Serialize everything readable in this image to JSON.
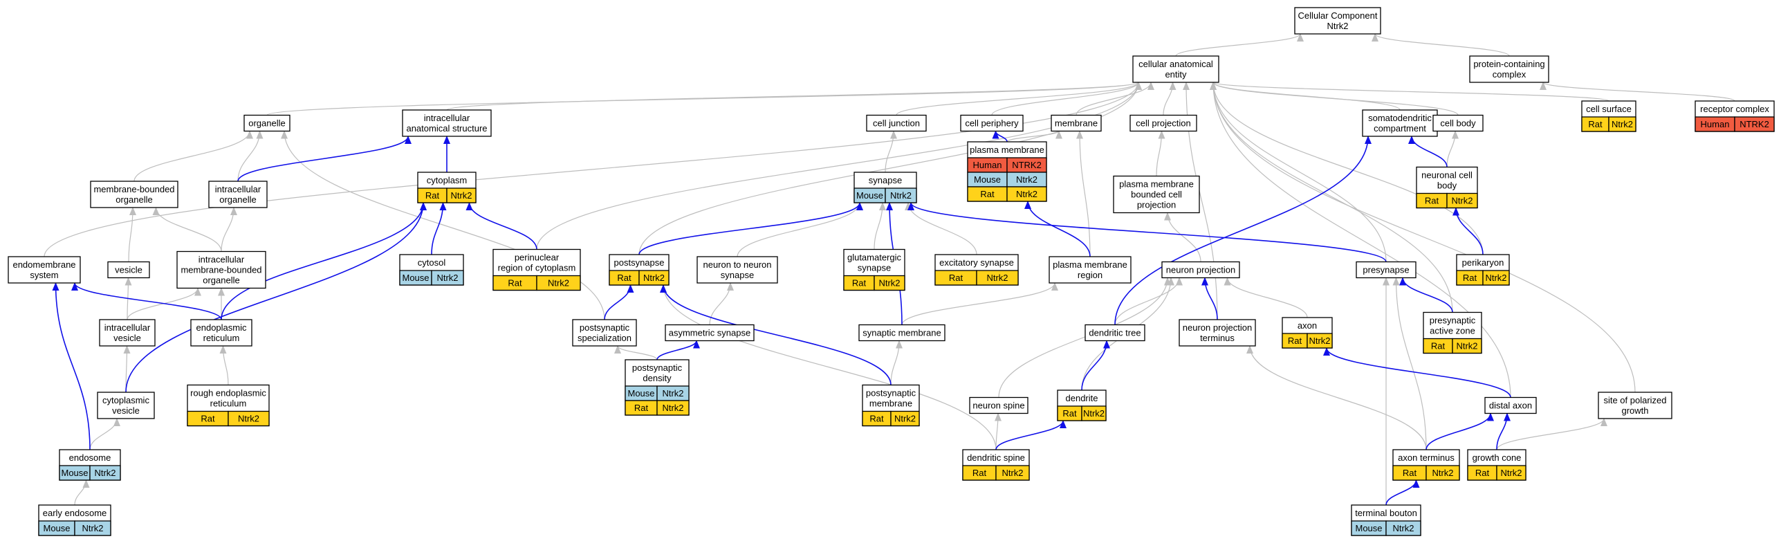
{
  "colors": {
    "human": "#f15b40",
    "mouse": "#a8d4e6",
    "rat": "#ffd21a",
    "edge_grey": "#bdbdbd",
    "edge_blue": "#1010e8",
    "node_border": "#000000"
  },
  "nodes": [
    {
      "id": "root",
      "lines": [
        "Cellular Component",
        "Ntrk2"
      ],
      "species": []
    },
    {
      "id": "cae",
      "lines": [
        "cellular anatomical",
        "entity"
      ],
      "species": []
    },
    {
      "id": "pcc",
      "lines": [
        "protein-containing",
        "complex"
      ],
      "species": []
    },
    {
      "id": "rc",
      "lines": [
        "receptor complex"
      ],
      "species": [
        [
          "Human",
          "NTRK2"
        ]
      ]
    },
    {
      "id": "organelle",
      "lines": [
        "organelle"
      ],
      "species": []
    },
    {
      "id": "ias",
      "lines": [
        "intracellular",
        "anatomical structure"
      ],
      "species": []
    },
    {
      "id": "cj",
      "lines": [
        "cell junction"
      ],
      "species": []
    },
    {
      "id": "cperiph",
      "lines": [
        "cell periphery"
      ],
      "species": []
    },
    {
      "id": "membrane",
      "lines": [
        "membrane"
      ],
      "species": []
    },
    {
      "id": "cproj",
      "lines": [
        "cell projection"
      ],
      "species": []
    },
    {
      "id": "somato",
      "lines": [
        "somatodendritic",
        "compartment"
      ],
      "species": []
    },
    {
      "id": "cbody",
      "lines": [
        "cell body"
      ],
      "species": []
    },
    {
      "id": "csurf",
      "lines": [
        "cell surface"
      ],
      "species": [
        [
          "Rat",
          "Ntrk2"
        ]
      ]
    },
    {
      "id": "mbo",
      "lines": [
        "membrane-bounded",
        "organelle"
      ],
      "species": []
    },
    {
      "id": "io",
      "lines": [
        "intracellular",
        "organelle"
      ],
      "species": []
    },
    {
      "id": "cytoplasm",
      "lines": [
        "cytoplasm"
      ],
      "species": [
        [
          "Rat",
          "Ntrk2"
        ]
      ]
    },
    {
      "id": "synapse",
      "lines": [
        "synapse"
      ],
      "species": [
        [
          "Mouse",
          "Ntrk2"
        ]
      ]
    },
    {
      "id": "pm",
      "lines": [
        "plasma membrane"
      ],
      "species": [
        [
          "Human",
          "NTRK2"
        ],
        [
          "Mouse",
          "Ntrk2"
        ],
        [
          "Rat",
          "Ntrk2"
        ]
      ]
    },
    {
      "id": "pmbcp",
      "lines": [
        "plasma membrane",
        "bounded cell",
        "projection"
      ],
      "species": []
    },
    {
      "id": "ncb",
      "lines": [
        "neuronal cell",
        "body"
      ],
      "species": [
        [
          "Rat",
          "Ntrk2"
        ]
      ]
    },
    {
      "id": "ems",
      "lines": [
        "endomembrane",
        "system"
      ],
      "species": []
    },
    {
      "id": "vesicle",
      "lines": [
        "vesicle"
      ],
      "species": []
    },
    {
      "id": "imbo",
      "lines": [
        "intracellular",
        "membrane-bounded",
        "organelle"
      ],
      "species": []
    },
    {
      "id": "cytosol",
      "lines": [
        "cytosol"
      ],
      "species": [
        [
          "Mouse",
          "Ntrk2"
        ]
      ]
    },
    {
      "id": "perinuc",
      "lines": [
        "perinuclear",
        "region of cytoplasm"
      ],
      "species": [
        [
          "Rat",
          "Ntrk2"
        ]
      ]
    },
    {
      "id": "postsyn",
      "lines": [
        "postsynapse"
      ],
      "species": [
        [
          "Rat",
          "Ntrk2"
        ]
      ]
    },
    {
      "id": "n2n",
      "lines": [
        "neuron to neuron",
        "synapse"
      ],
      "species": []
    },
    {
      "id": "glut",
      "lines": [
        "glutamatergic",
        "synapse"
      ],
      "species": [
        [
          "Rat",
          "Ntrk2"
        ]
      ]
    },
    {
      "id": "excit",
      "lines": [
        "excitatory synapse"
      ],
      "species": [
        [
          "Rat",
          "Ntrk2"
        ]
      ]
    },
    {
      "id": "pmr",
      "lines": [
        "plasma membrane",
        "region"
      ],
      "species": []
    },
    {
      "id": "nproj",
      "lines": [
        "neuron projection"
      ],
      "species": []
    },
    {
      "id": "presyn",
      "lines": [
        "presynapse"
      ],
      "species": []
    },
    {
      "id": "perikaryon",
      "lines": [
        "perikaryon"
      ],
      "species": [
        [
          "Rat",
          "Ntrk2"
        ]
      ]
    },
    {
      "id": "iv",
      "lines": [
        "intracellular",
        "vesicle"
      ],
      "species": []
    },
    {
      "id": "er",
      "lines": [
        "endoplasmic",
        "reticulum"
      ],
      "species": []
    },
    {
      "id": "pss",
      "lines": [
        "postsynaptic",
        "specialization"
      ],
      "species": []
    },
    {
      "id": "asym",
      "lines": [
        "asymmetric synapse"
      ],
      "species": []
    },
    {
      "id": "synm",
      "lines": [
        "synaptic membrane"
      ],
      "species": []
    },
    {
      "id": "dtree",
      "lines": [
        "dendritic tree"
      ],
      "species": []
    },
    {
      "id": "npt",
      "lines": [
        "neuron projection",
        "terminus"
      ],
      "species": []
    },
    {
      "id": "axon",
      "lines": [
        "axon"
      ],
      "species": [
        [
          "Rat",
          "Ntrk2"
        ]
      ]
    },
    {
      "id": "paz",
      "lines": [
        "presynaptic",
        "active zone"
      ],
      "species": [
        [
          "Rat",
          "Ntrk2"
        ]
      ]
    },
    {
      "id": "cv",
      "lines": [
        "cytoplasmic",
        "vesicle"
      ],
      "species": []
    },
    {
      "id": "rer",
      "lines": [
        "rough endoplasmic",
        "reticulum"
      ],
      "species": [
        [
          "Rat",
          "Ntrk2"
        ]
      ]
    },
    {
      "id": "psd",
      "lines": [
        "postsynaptic",
        "density"
      ],
      "species": [
        [
          "Mouse",
          "Ntrk2"
        ],
        [
          "Rat",
          "Ntrk2"
        ]
      ]
    },
    {
      "id": "psm",
      "lines": [
        "postsynaptic",
        "membrane"
      ],
      "species": [
        [
          "Rat",
          "Ntrk2"
        ]
      ]
    },
    {
      "id": "nspine",
      "lines": [
        "neuron spine"
      ],
      "species": []
    },
    {
      "id": "dendrite",
      "lines": [
        "dendrite"
      ],
      "species": [
        [
          "Rat",
          "Ntrk2"
        ]
      ]
    },
    {
      "id": "daxon",
      "lines": [
        "distal axon"
      ],
      "species": []
    },
    {
      "id": "spg",
      "lines": [
        "site of polarized",
        "growth"
      ],
      "species": []
    },
    {
      "id": "endosome",
      "lines": [
        "endosome"
      ],
      "species": [
        [
          "Mouse",
          "Ntrk2"
        ]
      ]
    },
    {
      "id": "dspine",
      "lines": [
        "dendritic spine"
      ],
      "species": [
        [
          "Rat",
          "Ntrk2"
        ]
      ]
    },
    {
      "id": "aterm",
      "lines": [
        "axon terminus"
      ],
      "species": [
        [
          "Rat",
          "Ntrk2"
        ]
      ]
    },
    {
      "id": "gcone",
      "lines": [
        "growth cone"
      ],
      "species": [
        [
          "Rat",
          "Ntrk2"
        ]
      ]
    },
    {
      "id": "eendo",
      "lines": [
        "early endosome"
      ],
      "species": [
        [
          "Mouse",
          "Ntrk2"
        ]
      ]
    },
    {
      "id": "tbouton",
      "lines": [
        "terminal bouton"
      ],
      "species": [
        [
          "Mouse",
          "Ntrk2"
        ]
      ]
    }
  ],
  "edges": [
    [
      "cae",
      "root",
      "grey"
    ],
    [
      "pcc",
      "root",
      "grey"
    ],
    [
      "rc",
      "pcc",
      "grey"
    ],
    [
      "organelle",
      "cae",
      "grey"
    ],
    [
      "ias",
      "cae",
      "grey"
    ],
    [
      "cj",
      "cae",
      "grey"
    ],
    [
      "cperiph",
      "cae",
      "grey"
    ],
    [
      "membrane",
      "cae",
      "grey"
    ],
    [
      "cproj",
      "cae",
      "grey"
    ],
    [
      "somato",
      "cae",
      "grey"
    ],
    [
      "cbody",
      "cae",
      "grey"
    ],
    [
      "csurf",
      "cae",
      "grey"
    ],
    [
      "ems",
      "cae",
      "grey"
    ],
    [
      "perinuc",
      "cae",
      "grey"
    ],
    [
      "postsyn",
      "cae",
      "grey"
    ],
    [
      "presyn",
      "cae",
      "grey"
    ],
    [
      "perikaryon",
      "cae",
      "grey"
    ],
    [
      "npt",
      "cae",
      "grey"
    ],
    [
      "daxon",
      "cae",
      "grey"
    ],
    [
      "spg",
      "cae",
      "grey"
    ],
    [
      "paz",
      "cae",
      "grey"
    ],
    [
      "mbo",
      "organelle",
      "grey"
    ],
    [
      "io",
      "organelle",
      "grey"
    ],
    [
      "pss",
      "organelle",
      "grey"
    ],
    [
      "vesicle",
      "mbo",
      "grey"
    ],
    [
      "imbo",
      "mbo",
      "grey"
    ],
    [
      "imbo",
      "io",
      "grey"
    ],
    [
      "iv",
      "vesicle",
      "grey"
    ],
    [
      "iv",
      "imbo",
      "grey"
    ],
    [
      "er",
      "imbo",
      "grey"
    ],
    [
      "rer",
      "er",
      "grey"
    ],
    [
      "cv",
      "iv",
      "grey"
    ],
    [
      "endosome",
      "cv",
      "grey"
    ],
    [
      "eendo",
      "endosome",
      "grey"
    ],
    [
      "synapse",
      "cj",
      "grey"
    ],
    [
      "n2n",
      "synapse",
      "grey"
    ],
    [
      "glut",
      "synapse",
      "grey"
    ],
    [
      "excit",
      "synapse",
      "grey"
    ],
    [
      "pm",
      "membrane",
      "grey"
    ],
    [
      "pmr",
      "membrane",
      "grey"
    ],
    [
      "pmbcp",
      "cproj",
      "grey"
    ],
    [
      "nproj",
      "pmbcp",
      "grey"
    ],
    [
      "synm",
      "pmr",
      "grey"
    ],
    [
      "psm",
      "synm",
      "grey"
    ],
    [
      "asym",
      "n2n",
      "grey"
    ],
    [
      "psd",
      "pss",
      "grey"
    ],
    [
      "ncb",
      "cbody",
      "grey"
    ],
    [
      "dtree",
      "nproj",
      "grey"
    ],
    [
      "axon",
      "nproj",
      "grey"
    ],
    [
      "nspine",
      "nproj",
      "grey"
    ],
    [
      "dendrite",
      "nproj",
      "grey"
    ],
    [
      "dspine",
      "nspine",
      "grey"
    ],
    [
      "dspine",
      "postsyn",
      "grey"
    ],
    [
      "aterm",
      "npt",
      "grey"
    ],
    [
      "aterm",
      "presyn",
      "grey"
    ],
    [
      "tbouton",
      "presyn",
      "grey"
    ],
    [
      "gcone",
      "spg",
      "grey"
    ],
    [
      "cytoplasm",
      "ias",
      "blue"
    ],
    [
      "io",
      "ias",
      "blue"
    ],
    [
      "cytosol",
      "cytoplasm",
      "blue"
    ],
    [
      "perinuc",
      "cytoplasm",
      "blue"
    ],
    [
      "er",
      "cytoplasm",
      "blue"
    ],
    [
      "cv",
      "cytoplasm",
      "blue"
    ],
    [
      "er",
      "ems",
      "blue"
    ],
    [
      "endosome",
      "ems",
      "blue"
    ],
    [
      "pm",
      "cperiph",
      "blue"
    ],
    [
      "postsyn",
      "synapse",
      "blue"
    ],
    [
      "presyn",
      "synapse",
      "blue"
    ],
    [
      "synm",
      "synapse",
      "blue"
    ],
    [
      "pmr",
      "pm",
      "blue"
    ],
    [
      "pss",
      "postsyn",
      "blue"
    ],
    [
      "psm",
      "postsyn",
      "blue"
    ],
    [
      "psd",
      "asym",
      "blue"
    ],
    [
      "ncb",
      "somato",
      "blue"
    ],
    [
      "dtree",
      "somato",
      "blue"
    ],
    [
      "perikaryon",
      "ncb",
      "blue"
    ],
    [
      "npt",
      "nproj",
      "blue"
    ],
    [
      "paz",
      "presyn",
      "blue"
    ],
    [
      "dendrite",
      "dtree",
      "blue"
    ],
    [
      "dspine",
      "dendrite",
      "blue"
    ],
    [
      "daxon",
      "axon",
      "blue"
    ],
    [
      "aterm",
      "daxon",
      "blue"
    ],
    [
      "gcone",
      "daxon",
      "blue"
    ],
    [
      "tbouton",
      "aterm",
      "blue"
    ]
  ]
}
